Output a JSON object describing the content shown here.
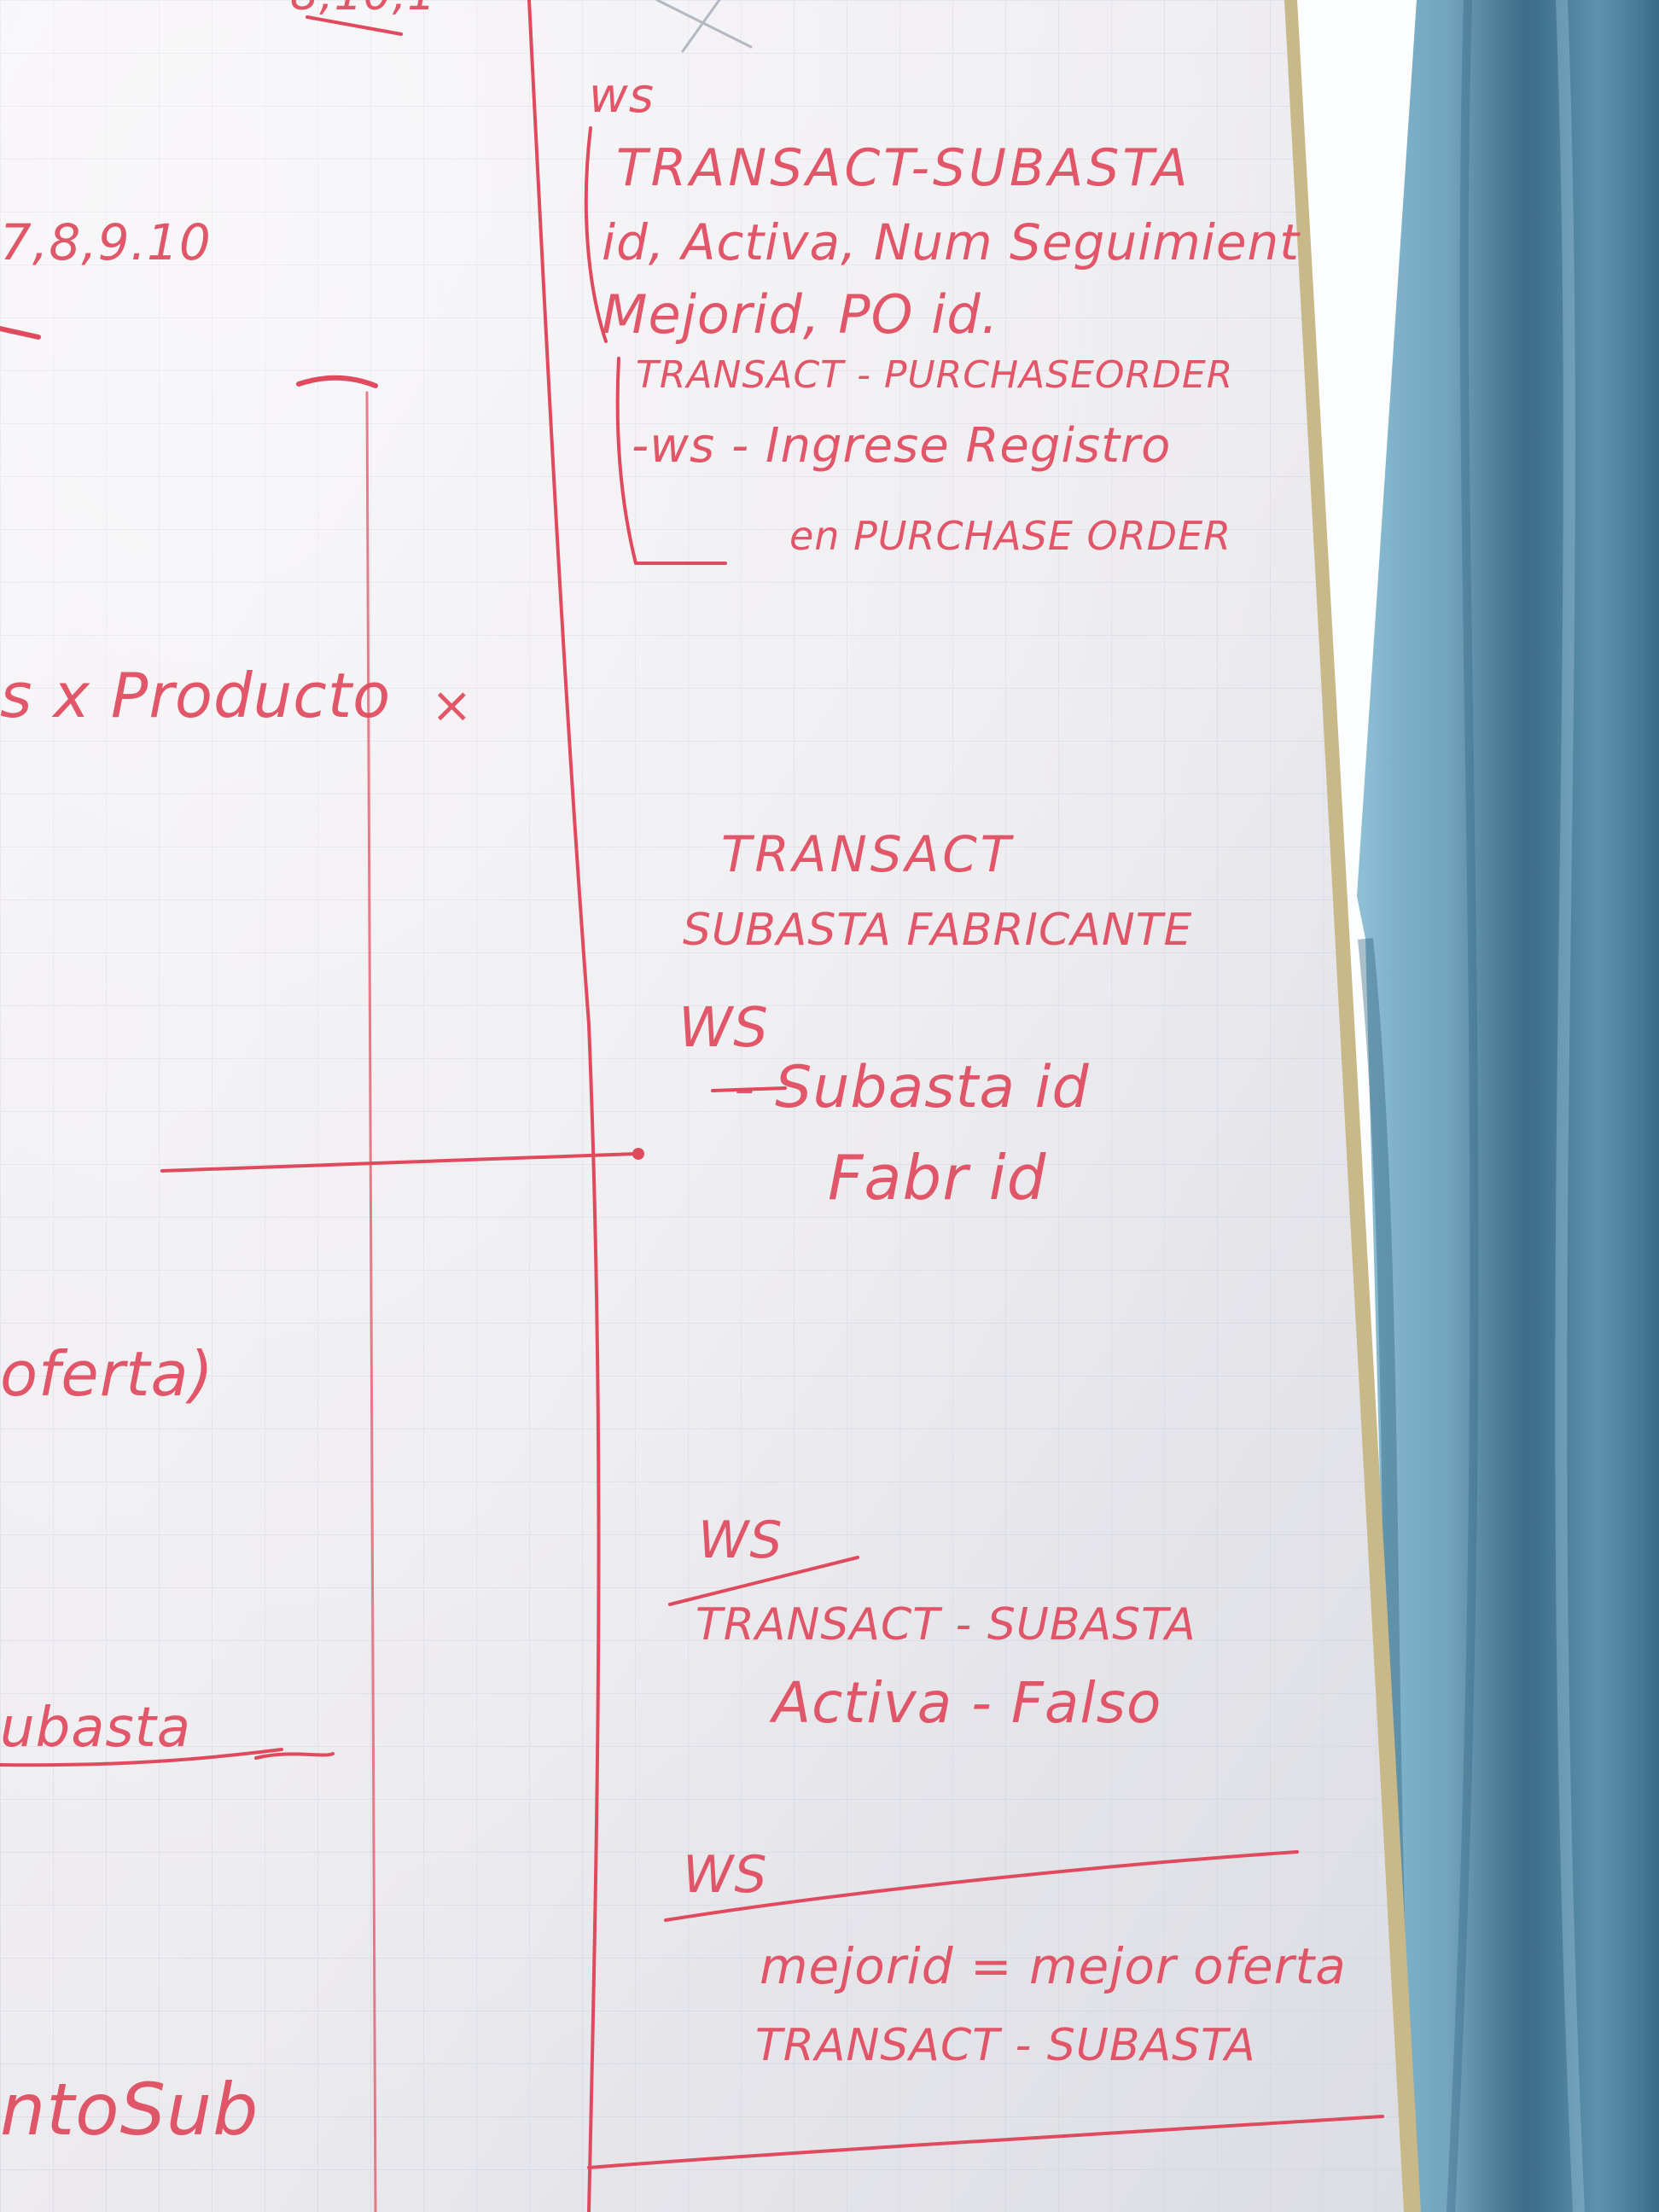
{
  "colors": {
    "board": "#ecebef",
    "marker": "#e04a5e",
    "curtain": "#5b93b0",
    "window_light": "#fbfdfe",
    "frame": "#c9b989",
    "grid": "#cfd3dc"
  },
  "left_fragments": {
    "top": "8,10,1",
    "numbers": "7,8,9.10",
    "producto": "s x Producto",
    "cross_mark": "×",
    "oferta": "oferta)",
    "subasta": "ubasta",
    "ptosub": "ntoSub"
  },
  "right_notes": {
    "block1": {
      "ws": "ws",
      "line1": "TRANSACT-SUBASTA",
      "line2": "id, Activa, Num Seguimient",
      "line3": "Mejorid, PO id."
    },
    "block2": {
      "line1": "TRANSACT - PURCHASEORDER",
      "line2": "-ws - Ingrese Registro",
      "line3": "en PURCHASE ORDER"
    },
    "block3": {
      "line1": "TRANSACT",
      "line2": "SUBASTA FABRICANTE",
      "ws": "WS",
      "line3": "- Subasta id",
      "line4": "Fabr id"
    },
    "block4": {
      "ws": "WS",
      "line1": "TRANSACT - SUBASTA",
      "line2": "Activa - Falso"
    },
    "block5": {
      "ws": "WS",
      "line1": "mejorid = mejor oferta",
      "line2": "TRANSACT - SUBASTA"
    }
  }
}
